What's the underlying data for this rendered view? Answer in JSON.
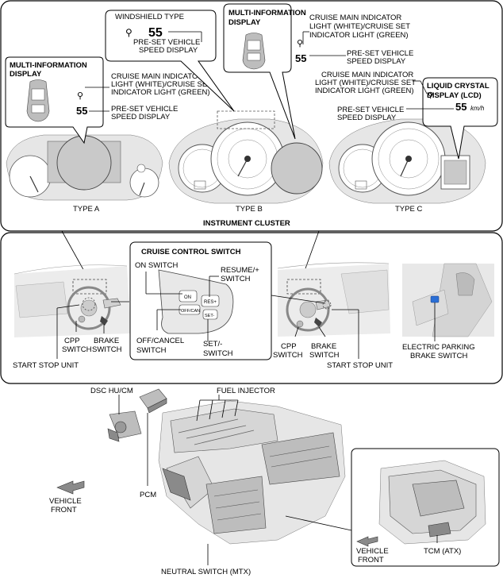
{
  "instrument_cluster": {
    "title": "INSTRUMENT CLUSTER",
    "type_a": "TYPE A",
    "type_b": "TYPE B",
    "type_c": "TYPE C",
    "callout_left": {
      "title_line1": "MULTI-INFORMATION",
      "title_line2": "DISPLAY",
      "indicator_line1": "CRUISE MAIN INDICATOR",
      "indicator_line2": "LIGHT (WHITE)/CRUISE SET",
      "indicator_line3": "INDICATOR LIGHT (GREEN)",
      "speed_value": "55",
      "speed_line1": "PRE-SET VEHICLE",
      "speed_line2": "SPEED DISPLAY"
    },
    "callout_windshield": {
      "title": "WINDSHIELD TYPE",
      "speed_value": "55",
      "speed_line1": "PRE-SET VEHICLE",
      "speed_line2": "SPEED DISPLAY"
    },
    "callout_middle": {
      "title_line1": "MULTI-INFORMATION",
      "title_line2": "DISPLAY",
      "indicator_line1": "CRUISE MAIN INDICATOR",
      "indicator_line2": "LIGHT (WHITE)/CRUISE SET",
      "indicator_line3": "INDICATOR LIGHT (GREEN)",
      "speed_value": "55",
      "speed_line1": "PRE-SET VEHICLE",
      "speed_line2": "SPEED DISPLAY"
    },
    "callout_lcd": {
      "title_line1": "LIQUID CRYSTAL",
      "title_line2": "DISPLAY (LCD)",
      "indicator_line1": "CRUISE MAIN INDICATOR",
      "indicator_line2": "LIGHT (WHITE)/CRUISE SET",
      "indicator_line3": "INDICATOR LIGHT (GREEN)",
      "speed_value": "55",
      "speed_unit": "km/h",
      "speed_line1": "PRE-SET VEHICLE",
      "speed_line2": "SPEED DISPLAY"
    }
  },
  "cabin": {
    "cruise_switch": {
      "title": "CRUISE CONTROL SWITCH",
      "on_switch": "ON SWITCH",
      "resume_line1": "RESUME/+",
      "resume_line2": "SWITCH",
      "off_cancel_line1": "OFF/CANCEL",
      "off_cancel_line2": "SWITCH",
      "set_line1": "SET/-",
      "set_line2": "SWITCH",
      "button_on": "ON",
      "button_res": "RES+",
      "button_off": "OFF/CAN",
      "button_set": "SET-"
    },
    "left": {
      "cpp_line1": "CPP",
      "cpp_line2": "SWITCH",
      "brake_line1": "BRAKE",
      "brake_line2": "SWITCH",
      "start_stop": "START STOP UNIT"
    },
    "right": {
      "cpp_line1": "CPP",
      "cpp_line2": "SWITCH",
      "brake_line1": "BRAKE",
      "brake_line2": "SWITCH",
      "start_stop": "START STOP UNIT"
    },
    "epb_line1": "ELECTRIC PARKING",
    "epb_line2": "BRAKE SWITCH"
  },
  "engine": {
    "dsc": "DSC HU/CM",
    "fuel_injector": "FUEL INJECTOR",
    "pcm": "PCM",
    "vehicle_front_left_line1": "VEHICLE",
    "vehicle_front_left_line2": "FRONT",
    "vehicle_front_right_line1": "VEHICLE",
    "vehicle_front_right_line2": "FRONT",
    "tcm": "TCM (ATX)",
    "neutral_switch": "NEUTRAL SWITCH (MTX)"
  },
  "colors": {
    "epb_highlight": "#2a6fd6"
  }
}
